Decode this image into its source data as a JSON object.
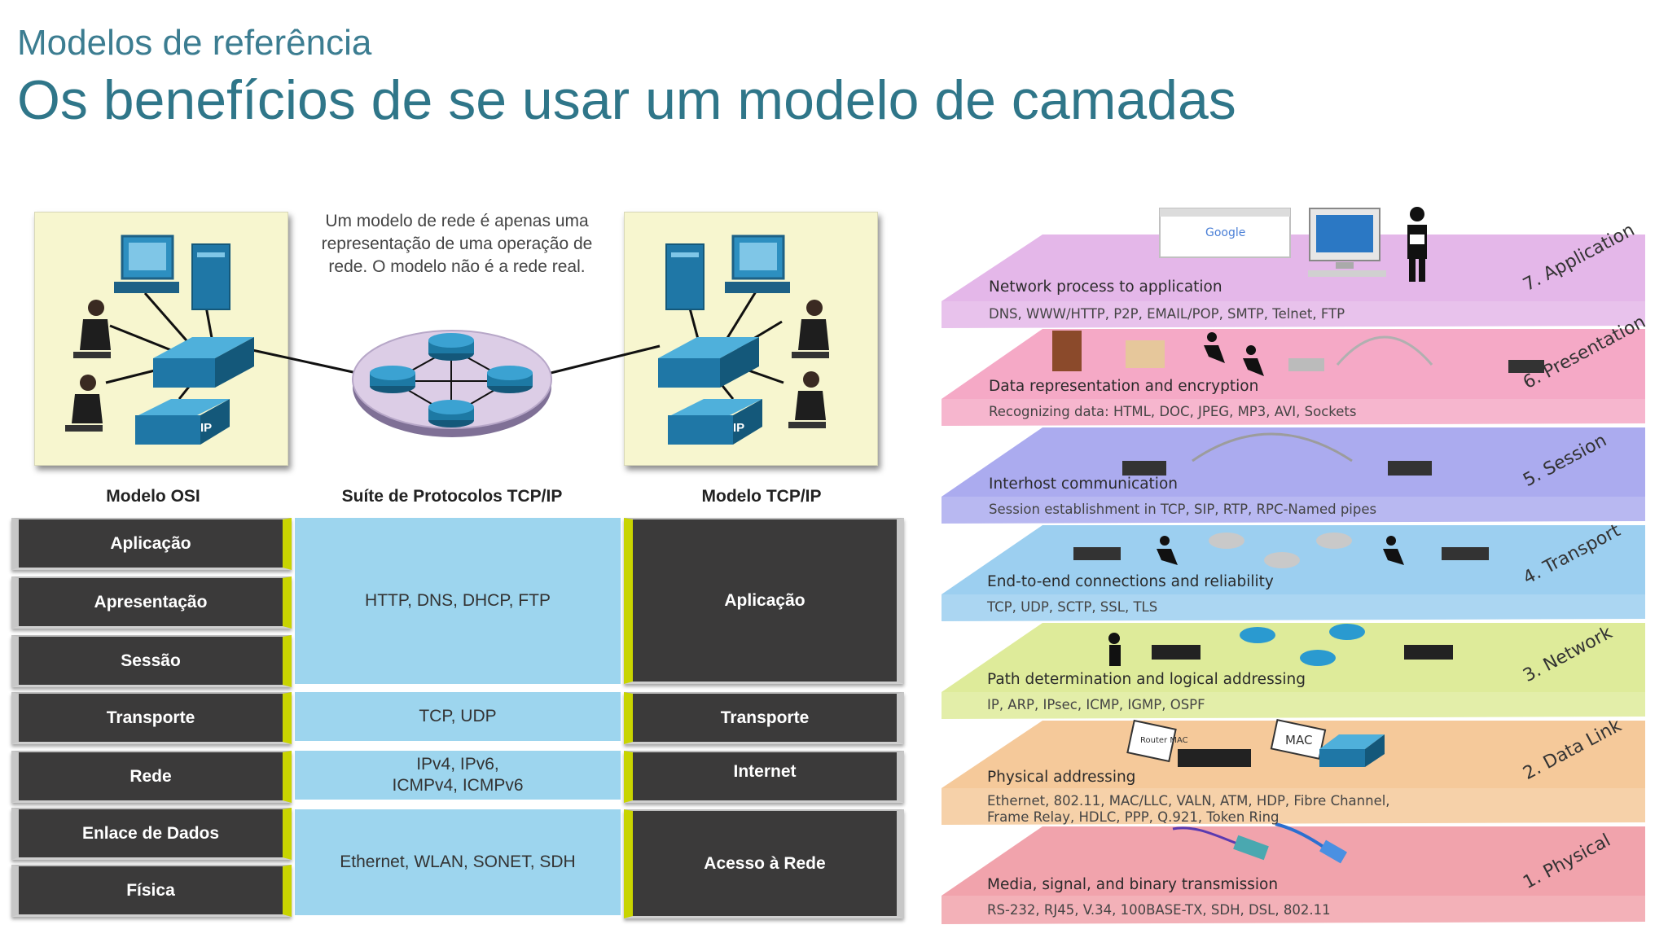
{
  "header": {
    "subtitle": "Modelos de referência",
    "title": "Os benefícios de se usar um modelo de camadas"
  },
  "network_note": "Um modelo de rede é apenas uma representação de uma operação de rede. O modelo não é a rede real.",
  "columns": {
    "osi": "Modelo OSI",
    "suite": "Suíte de Protocolos TCP/IP",
    "tcpip": "Modelo TCP/IP"
  },
  "osi_layers": [
    "Aplicação",
    "Apresentação",
    "Sessão",
    "Transporte",
    "Rede",
    "Enlace de Dados",
    "Física"
  ],
  "protocol_groups": [
    "HTTP, DNS, DHCP, FTP",
    "TCP, UDP",
    "IPv4, IPv6,",
    "ICMPv4, ICMPv6",
    "Ethernet, WLAN, SONET, SDH"
  ],
  "tcpip_layers": [
    "Aplicação",
    "Transporte",
    "Internet",
    "Acesso à Rede"
  ],
  "device_labels": {
    "phone_left": "IP",
    "phone_right": "IP",
    "browser": "Google",
    "router_tag": "Router MAC",
    "mac_tag": "MAC"
  },
  "osi_stack": [
    {
      "name": "7. Application",
      "title": "Network process to application",
      "protocols": "DNS, WWW/HTTP, P2P, EMAIL/POP, SMTP, Telnet, FTP",
      "color": "#e4b7e9"
    },
    {
      "name": "6. Presentation",
      "title": "Data representation and encryption",
      "protocols": "Recognizing data: HTML, DOC, JPEG, MP3, AVI, Sockets",
      "color": "#f5a9c6"
    },
    {
      "name": "5. Session",
      "title": "Interhost communication",
      "protocols": "Session establishment in TCP, SIP, RTP, RPC-Named pipes",
      "color": "#ababef"
    },
    {
      "name": "4. Transport",
      "title": "End-to-end connections and reliability",
      "protocols": "TCP, UDP, SCTP, SSL, TLS",
      "color": "#9ccff0"
    },
    {
      "name": "3. Network",
      "title": "Path determination and logical addressing",
      "protocols": "IP, ARP, IPsec, ICMP, IGMP, OSPF",
      "color": "#deeb9a"
    },
    {
      "name": "2. Data Link",
      "title": "Physical addressing",
      "protocols": "Ethernet, 802.11, MAC/LLC, VALN, ATM, HDP, Fibre Channel,",
      "protocols2": "Frame Relay, HDLC,  PPP, Q.921, Token Ring",
      "color": "#f5c99a"
    },
    {
      "name": "1. Physical",
      "title": "Media, signal, and binary transmission",
      "protocols": "RS-232, RJ45, V.34, 100BASE-TX, SDH, DSL, 802.11",
      "color": "#f1a3ac"
    }
  ]
}
